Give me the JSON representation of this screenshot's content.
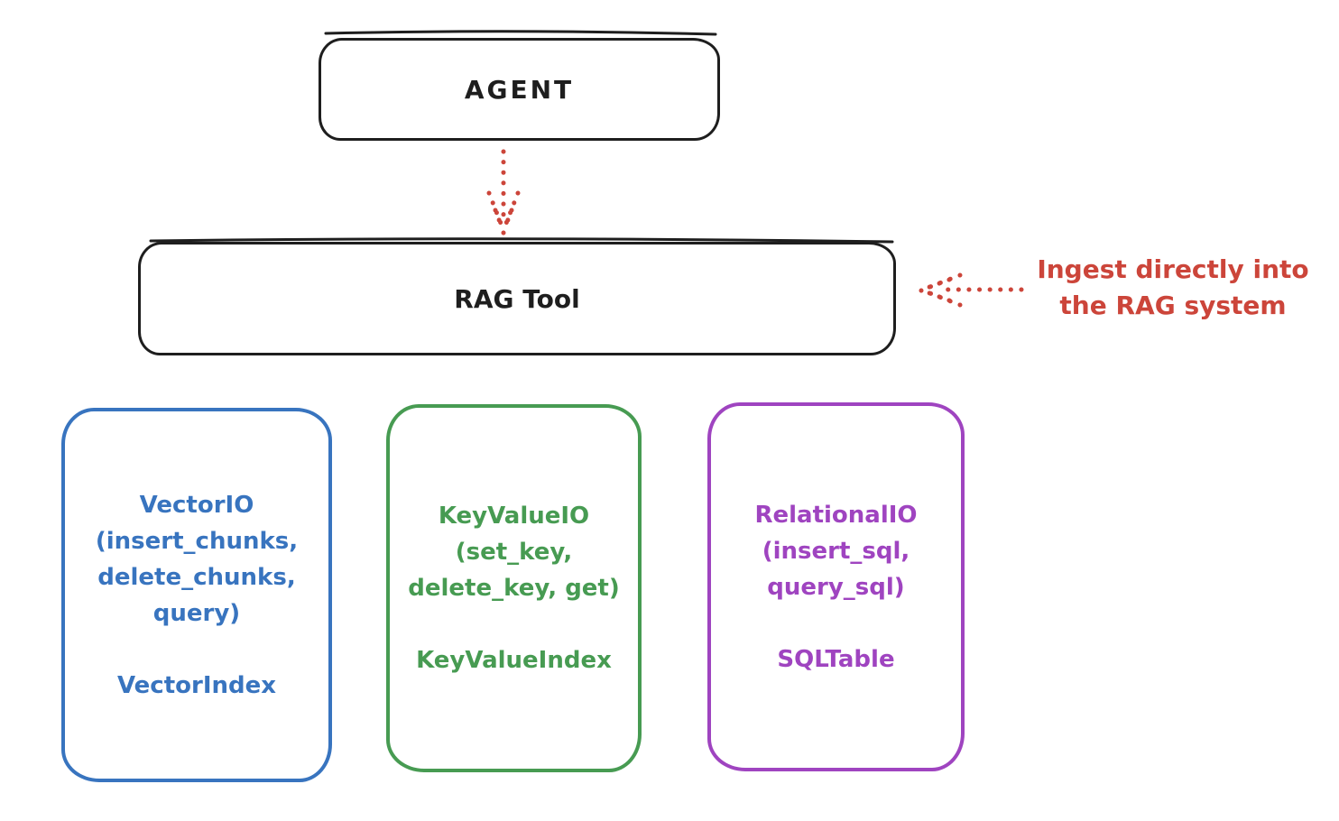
{
  "canvas": {
    "background": "#ffffff"
  },
  "colors": {
    "ink": "#1e1e1e",
    "red": "#cc453a",
    "blue": "#3874bf",
    "green": "#479b52",
    "purple": "#9f44c0"
  },
  "diagram": {
    "agent_box": {
      "label": "AGENT"
    },
    "rag_tool_box": {
      "label": "RAG Tool"
    },
    "agent_to_rag_arrow": {
      "style": "dotted",
      "color": "#cc453a",
      "direction": "down"
    },
    "ingest_arrow": {
      "style": "dotted",
      "color": "#cc453a",
      "direction": "left"
    },
    "ingest_annotation": {
      "line1": "Ingest directly into",
      "line2": "the RAG system",
      "color": "#cc453a"
    },
    "storage_boxes": [
      {
        "name": "vector-io",
        "color": "#3874bf",
        "lines": [
          "VectorIO",
          "(insert_chunks,",
          "delete_chunks,",
          "query)"
        ],
        "index_label": "VectorIndex"
      },
      {
        "name": "keyvalue-io",
        "color": "#479b52",
        "lines": [
          "KeyValueIO",
          "(set_key,",
          "delete_key, get)"
        ],
        "index_label": "KeyValueIndex"
      },
      {
        "name": "relational-io",
        "color": "#9f44c0",
        "lines": [
          "RelationalIO",
          "(insert_sql,",
          "query_sql)"
        ],
        "index_label": "SQLTable"
      }
    ]
  }
}
